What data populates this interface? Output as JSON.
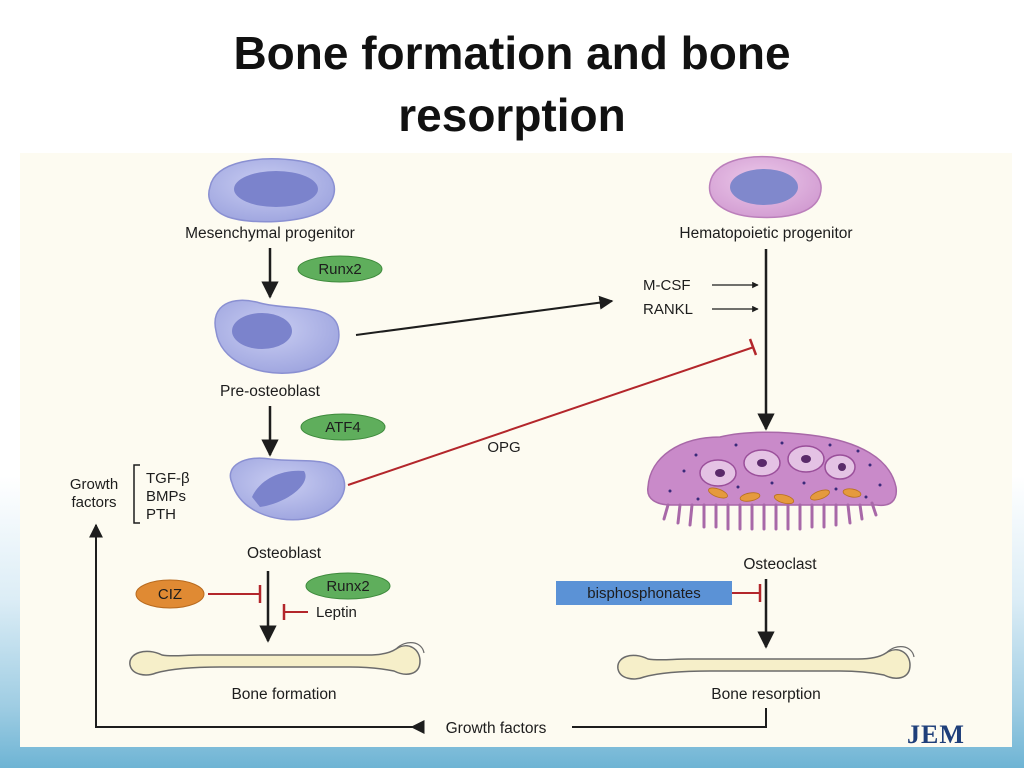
{
  "slide": {
    "title_line1": "Bone formation and bone",
    "title_line2": "resorption"
  },
  "diagram": {
    "cells": {
      "mesenchymal": "Mesenchymal progenitor",
      "hematopoietic": "Hematopoietic progenitor",
      "pre_osteoblast": "Pre-osteoblast",
      "osteoblast": "Osteoblast",
      "osteoclast": "Osteoclast"
    },
    "factors": {
      "runx2_top": "Runx2",
      "atf4": "ATF4",
      "runx2_bottom": "Runx2",
      "ciz": "CIZ",
      "leptin": "Leptin",
      "mcsf": "M-CSF",
      "rankl": "RANKL",
      "opg": "OPG",
      "bisphosphonates": "bisphosphonates"
    },
    "growth": {
      "label_line1": "Growth",
      "label_line2": "factors",
      "tgf": "TGF-β",
      "bmps": "BMPs",
      "pth": "PTH",
      "bottom_label": "Growth factors"
    },
    "bones": {
      "formation": "Bone formation",
      "resorption": "Bone resorption"
    },
    "source_logo": "JEM"
  },
  "colors": {
    "cell_fill": "#aab0e4",
    "cell_nucleus": "#7e86cf",
    "hema_fill": "#d8a9d8",
    "osteoclast_fill": "#c788c8",
    "pill_green": "#5fae5c",
    "pill_orange": "#e08a33",
    "pill_blue": "#5b92d6",
    "inhibit_red": "#b3262b",
    "arrow_black": "#1d1d1d",
    "bone_fill": "#f6efc9"
  }
}
